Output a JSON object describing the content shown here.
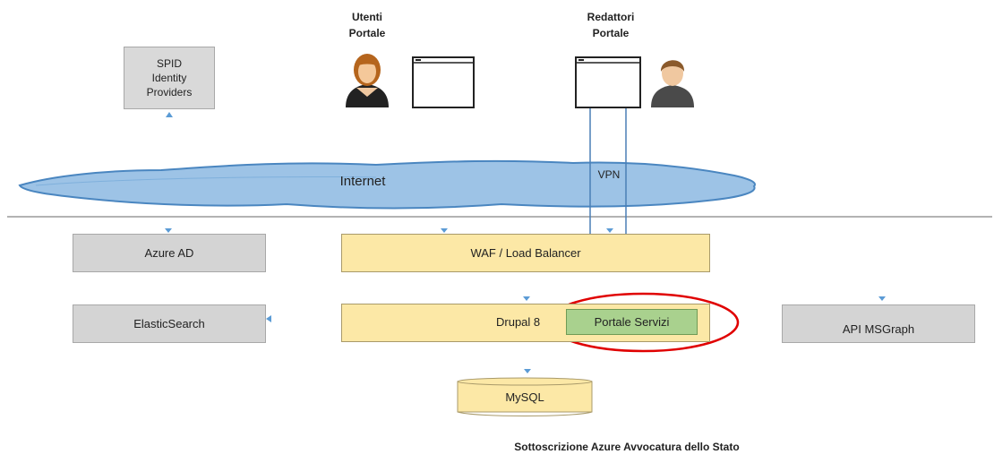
{
  "actors": {
    "users_label_1": "Utenti",
    "users_label_2": "Portale",
    "editors_label_1": "Redattori",
    "editors_label_2": "Portale"
  },
  "spid": {
    "line1": "SPID",
    "line2": "Identity",
    "line3": "Providers"
  },
  "network": {
    "internet_label": "Internet",
    "vpn_label": "VPN"
  },
  "components": {
    "azure_ad": "Azure AD",
    "waf": "WAF / Load Balancer",
    "elasticsearch": "ElasticSearch",
    "drupal": "Drupal 8",
    "portale_servizi": "Portale Servizi",
    "api_msgraph": "API MSGraph",
    "mysql": "MySQL"
  },
  "footer": {
    "subscription": "Sottoscrizione Azure Avvocatura dello Stato"
  },
  "colors": {
    "gray_box": "#d4d4d4",
    "yellow_box": "#fce8a6",
    "green_box": "#a9d18e",
    "cloud": "#9dc3e6",
    "highlight_ellipse": "#e00000",
    "connector": "#5b9bd5"
  }
}
